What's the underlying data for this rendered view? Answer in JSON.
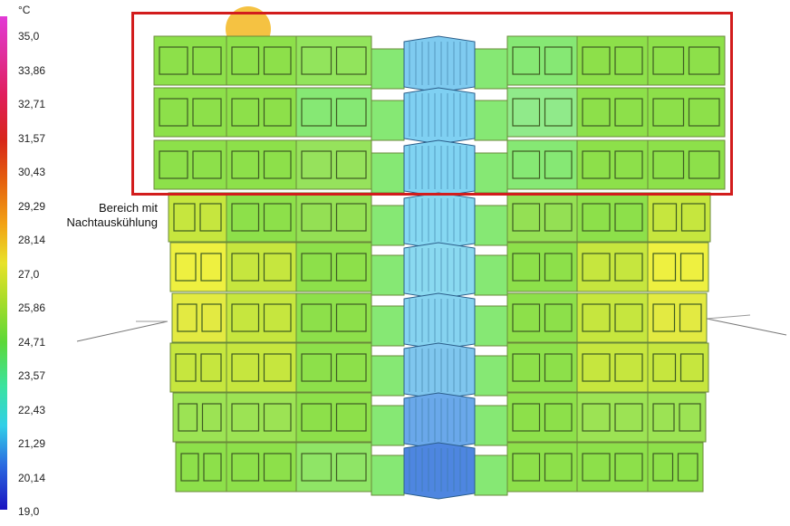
{
  "legend": {
    "unit": "°C",
    "ticks": [
      "35,0",
      "33,86",
      "32,71",
      "31,57",
      "30,43",
      "29,29",
      "28,14",
      "27,0",
      "25,86",
      "24,71",
      "23,57",
      "22,43",
      "21,29",
      "20,14",
      "19,0"
    ]
  },
  "annotation": {
    "line1": "Bereich mit",
    "line2": "Nachtauskühlung"
  },
  "colors": {
    "highlight_box": "#d21c1c",
    "cool_green": "#8de04a",
    "warm_yellow": "#e6ea3c",
    "shaft_blue": "#7fcbf0",
    "shaft_dark_blue": "#4e86e0",
    "sun": "#f5c242"
  }
}
